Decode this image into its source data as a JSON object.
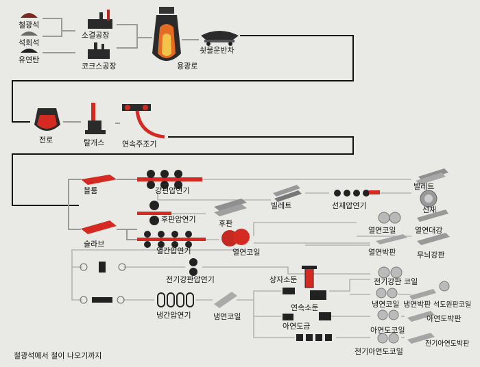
{
  "nodes": {
    "iron_ore": "철광석",
    "limestone": "석회석",
    "bituminous_coal": "유연탄",
    "sinter_plant": "소결공장",
    "coke_plant": "코크스공장",
    "blast_furnace": "용광로",
    "torpedo_car": "쇳물운반차",
    "converter": "전로",
    "degassing": "탈개스",
    "continuous_caster": "연속주조기",
    "bloom": "블룸",
    "blooming_mill": "강편압연기",
    "billet_top": "빌레트",
    "slab": "슬라브",
    "plate_mill": "후판압연기",
    "plate": "후판",
    "billet_mid": "빌레트",
    "rod_mill": "선재압연기",
    "wire_rod": "선재",
    "hot_strip_mill": "열간압연기",
    "hot_coil": "열연코일",
    "hot_coil_2": "열연코일",
    "hot_sheet": "열연박판",
    "hot_large_bar": "열연대강",
    "checkered_plate": "무늬강판",
    "electrical_mill": "전기강판압연기",
    "electrical_coil": "전기강판 코일",
    "batch_annealing": "상자소둔",
    "continuous_annealing": "연속소둔",
    "cold_mill": "냉간압연기",
    "cold_coil": "냉연코일",
    "cold_coil_2": "냉연코일",
    "cold_sheet": "냉연박판",
    "tinplate_coil": "석도원판코일",
    "galvanizing": "아연도금",
    "galvanized_coil": "아연도코일",
    "galvanized_sheet": "아연도박판",
    "electro_galvanized_coil": "전기아연도코일",
    "electro_galvanized_sheet": "전기아연도박판"
  },
  "caption": "철광석에서 철이 나오기까지",
  "colors": {
    "accent_red": "#d42a22",
    "metal_gray": "#8f8f8f",
    "dark": "#1a1a1a",
    "flow": "#9a9a9a"
  }
}
